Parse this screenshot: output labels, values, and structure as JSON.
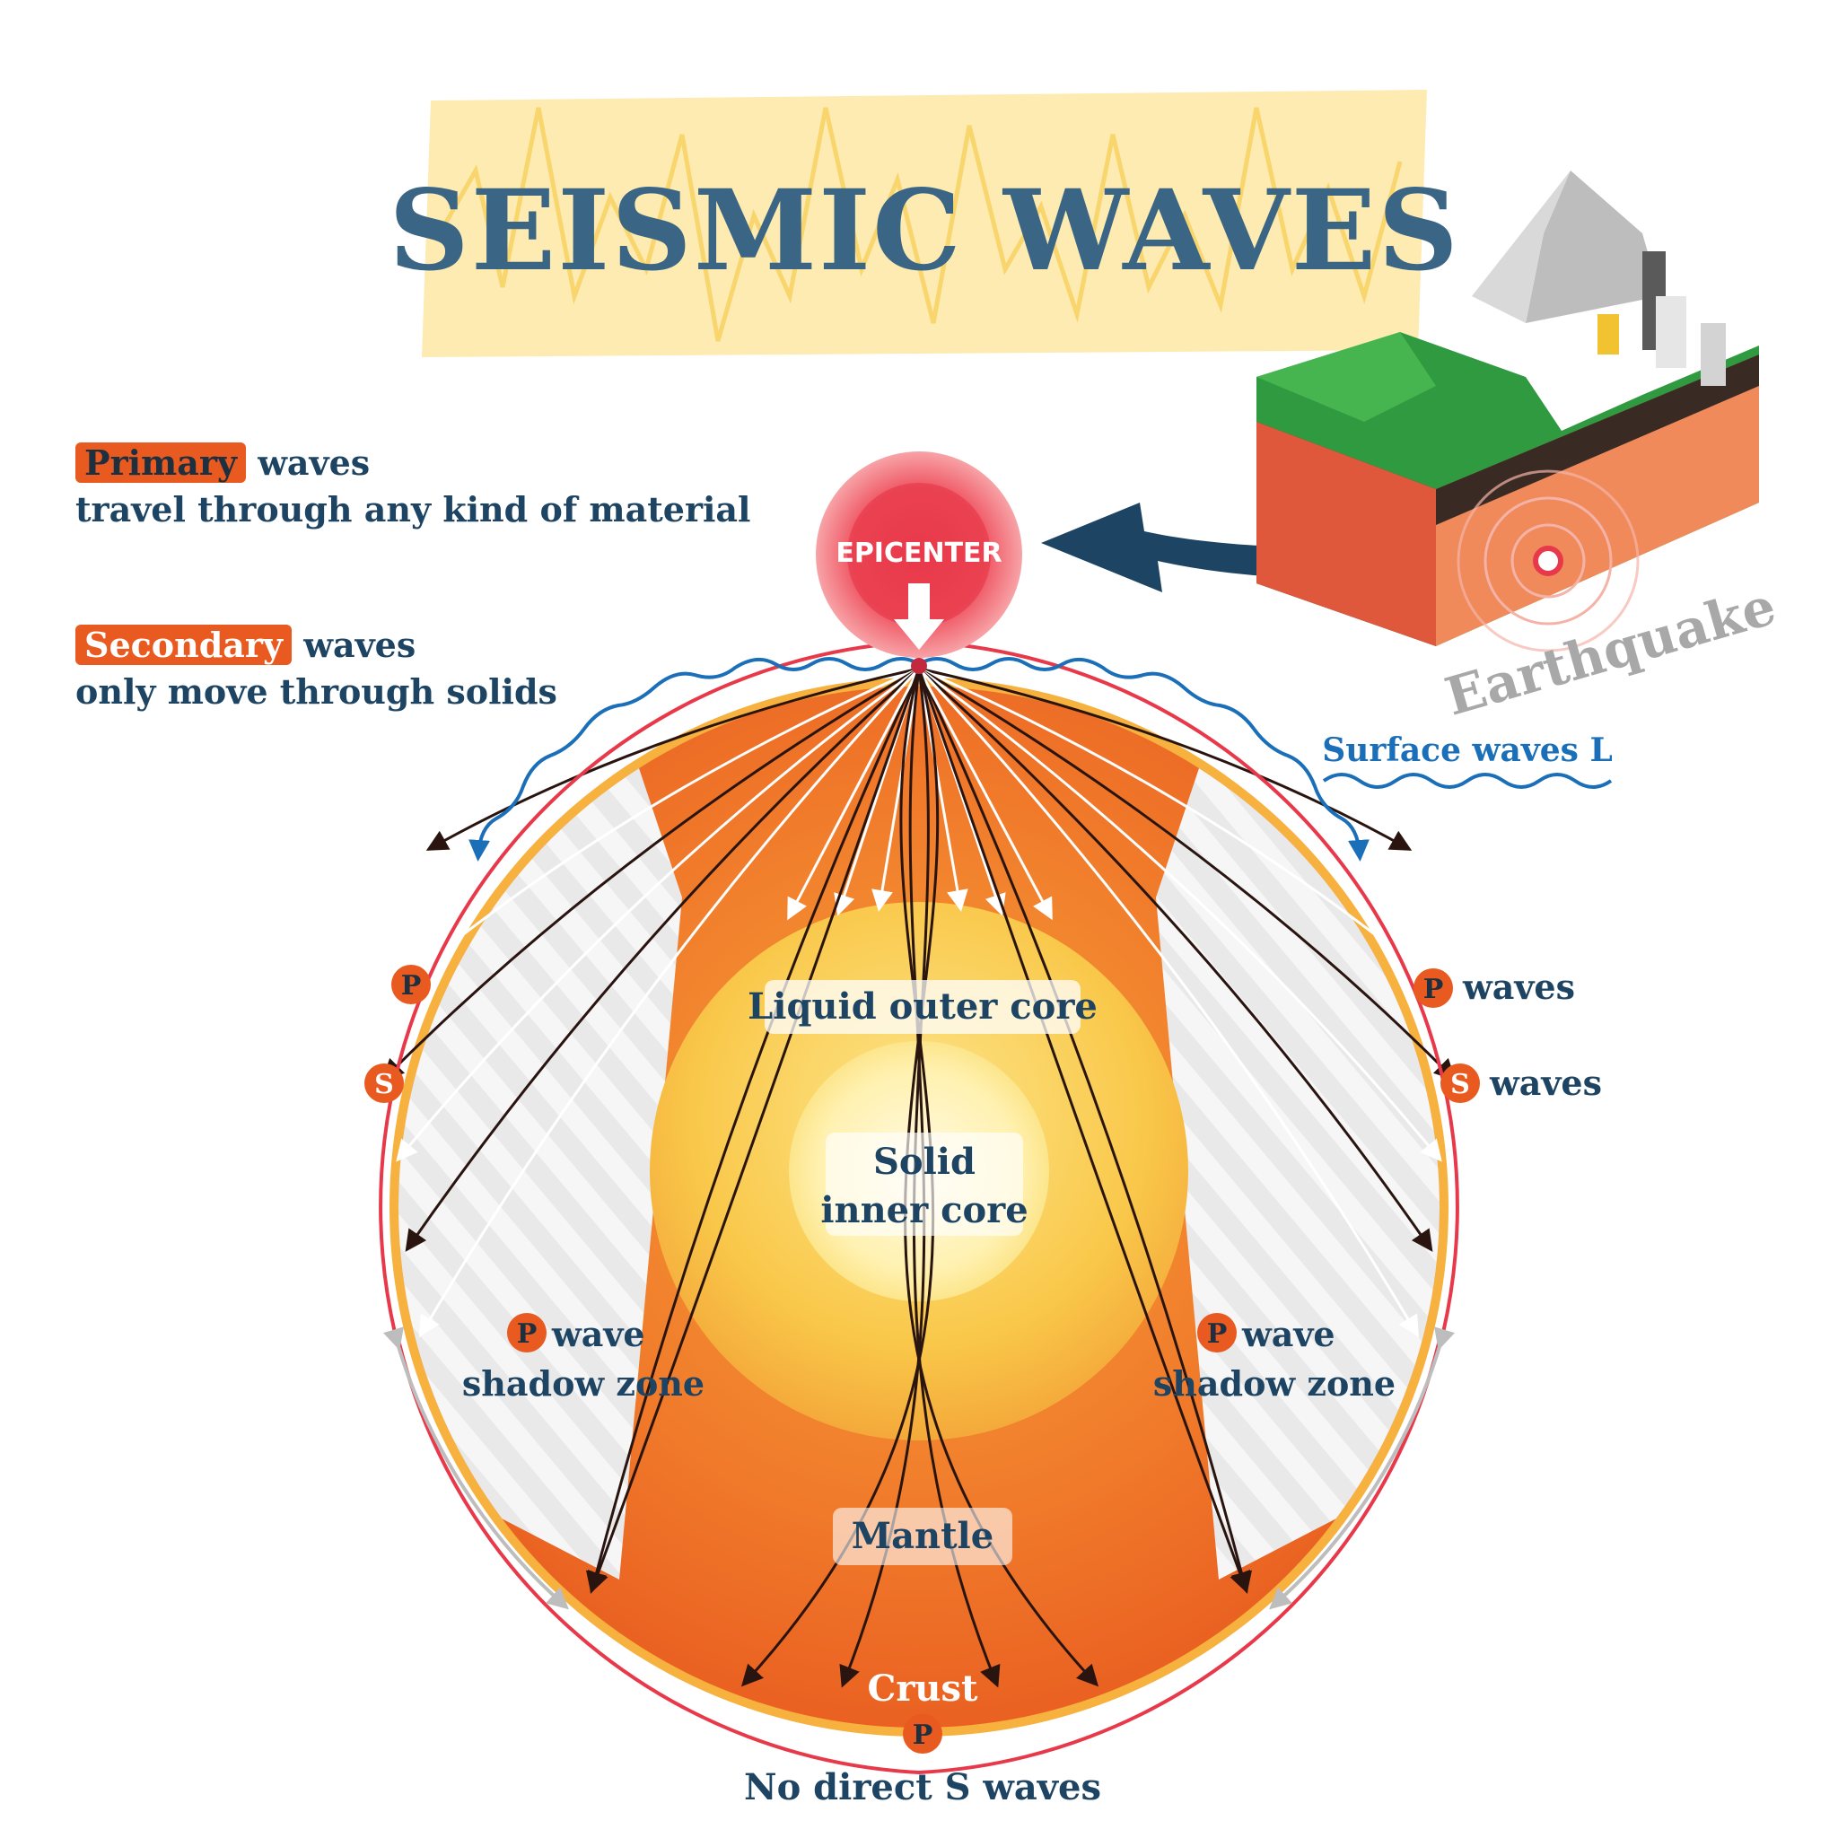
{
  "title": "SEISMIC WAVES",
  "legend": {
    "primary_tag": "Primary",
    "primary_word": "waves",
    "primary_desc": "travel through any kind of material",
    "secondary_tag": "Secondary",
    "secondary_word": "waves",
    "secondary_desc": "only move through solids"
  },
  "labels": {
    "epicenter": "EPICENTER",
    "earthquake": "Earthquake",
    "surface_waves": "Surface waves L",
    "p_letter": "P",
    "s_letter": "S",
    "waves": "waves",
    "liquid_outer_core": "Liquid outer core",
    "solid_line1": "Solid",
    "solid_line2": "inner core",
    "wave": "wave",
    "shadow_zone": "shadow zone",
    "mantle": "Mantle",
    "crust": "Crust",
    "no_direct_s": "No direct S waves"
  },
  "colors": {
    "navy": "#1e4463",
    "orange": "#e85a1f",
    "mantle_orange": "#ee6a25",
    "core_yellow": "#f9c84a",
    "epicenter_red": "#e8394a",
    "surface_blue": "#1a6fb8",
    "shadow_gray": "#e4e4e4"
  }
}
